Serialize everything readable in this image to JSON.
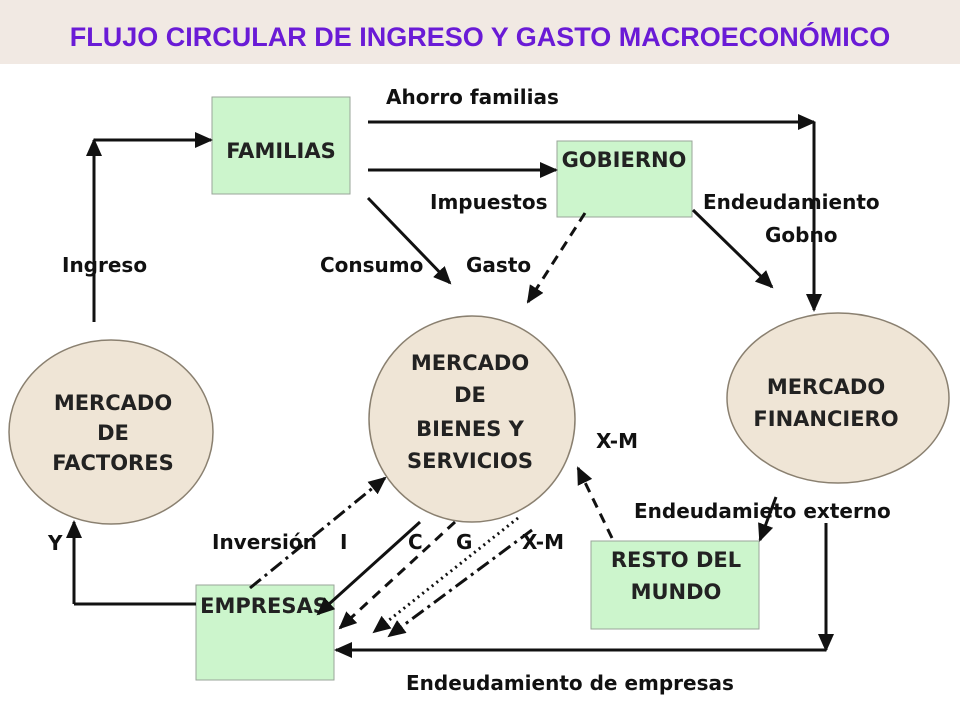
{
  "title": "FLUJO CIRCULAR DE INGRESO Y GASTO MACROECONÓMICO",
  "colors": {
    "title": "#6a1bd6",
    "box_fill": "#ccf5cc",
    "ellipse_fill": "#efe5d6"
  },
  "nodes": {
    "familias": [
      "FAMILIAS"
    ],
    "gobierno": [
      "GOBIERNO"
    ],
    "mercado_factores": [
      "MERCADO",
      "DE",
      "FACTORES"
    ],
    "mercado_bienes": [
      "MERCADO",
      "DE",
      "BIENES Y",
      "SERVICIOS"
    ],
    "mercado_financiero": [
      "MERCADO",
      "FINANCIERO"
    ],
    "empresas": [
      "EMPRESAS"
    ],
    "resto_mundo": [
      "RESTO DEL",
      "MUNDO"
    ]
  },
  "flows": {
    "ahorro_familias": "Ahorro familias",
    "impuestos": "Impuestos",
    "endeudamiento_gobno_1": "Endeudamiento",
    "endeudamiento_gobno_2": "Gobno",
    "ingreso": "Ingreso",
    "consumo": "Consumo",
    "gasto": "Gasto",
    "xm_top": "X-M",
    "y": "Y",
    "inversion": "Inversión",
    "i": "I",
    "c": "C",
    "g": "G",
    "xm_bottom": "X-M",
    "endeudamiento_externo": "Endeudamieto externo",
    "endeudamiento_empresas": "Endeudamiento de empresas"
  }
}
